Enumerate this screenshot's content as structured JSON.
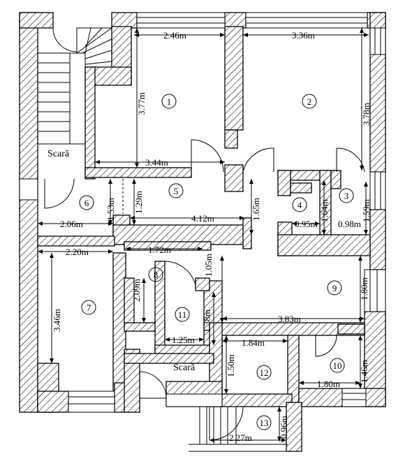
{
  "rooms": [
    {
      "id": "1",
      "label": "1"
    },
    {
      "id": "2",
      "label": "2"
    },
    {
      "id": "3",
      "label": "3"
    },
    {
      "id": "4",
      "label": "4"
    },
    {
      "id": "5",
      "label": "5"
    },
    {
      "id": "6",
      "label": "6"
    },
    {
      "id": "7",
      "label": "7"
    },
    {
      "id": "8",
      "label": "8"
    },
    {
      "id": "9",
      "label": "9"
    },
    {
      "id": "10",
      "label": "10"
    },
    {
      "id": "11",
      "label": "11"
    },
    {
      "id": "12",
      "label": "12"
    },
    {
      "id": "13",
      "label": "13"
    }
  ],
  "stairs": [
    {
      "id": "upper",
      "label": "Scară"
    },
    {
      "id": "lower",
      "label": "Scară"
    }
  ],
  "dimensions": [
    {
      "id": "d1",
      "label": "2.46m"
    },
    {
      "id": "d2",
      "label": "3.36m"
    },
    {
      "id": "d3",
      "label": "3.77m"
    },
    {
      "id": "d4",
      "label": "3.78m"
    },
    {
      "id": "d5",
      "label": "3.44m"
    },
    {
      "id": "d6",
      "label": "1.53m"
    },
    {
      "id": "d7",
      "label": "1.29m"
    },
    {
      "id": "d8",
      "label": "1.65m"
    },
    {
      "id": "d9",
      "label": "1.64m"
    },
    {
      "id": "d10",
      "label": "1.59m"
    },
    {
      "id": "d11",
      "label": "2.06m"
    },
    {
      "id": "d12",
      "label": "4.12m"
    },
    {
      "id": "d13",
      "label": "0.95m"
    },
    {
      "id": "d14",
      "label": "0.98m"
    },
    {
      "id": "d15",
      "label": "2.20m"
    },
    {
      "id": "d16",
      "label": "1.72m"
    },
    {
      "id": "d17",
      "label": "1.05m"
    },
    {
      "id": "d18",
      "label": "3.46m"
    },
    {
      "id": "d19",
      "label": "2.09m"
    },
    {
      "id": "d20",
      "label": "1.38m"
    },
    {
      "id": "d21",
      "label": "3.83m"
    },
    {
      "id": "d22",
      "label": "1.80m"
    },
    {
      "id": "d23",
      "label": "1.25m"
    },
    {
      "id": "d24",
      "label": "1.84m"
    },
    {
      "id": "d25",
      "label": "1.50m"
    },
    {
      "id": "d26",
      "label": "1.46m"
    },
    {
      "id": "d27",
      "label": "1.80m"
    },
    {
      "id": "d28",
      "label": "0.96m"
    },
    {
      "id": "d29",
      "label": "2.27m"
    }
  ]
}
